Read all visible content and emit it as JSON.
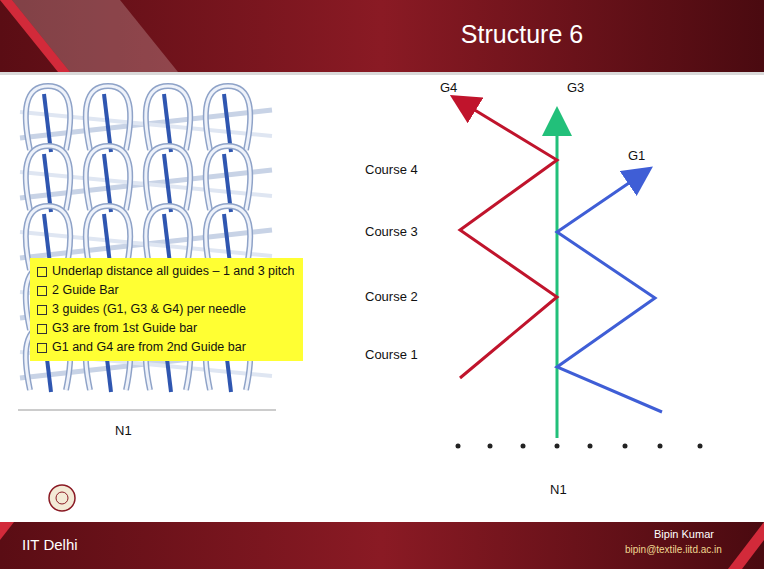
{
  "diagram": {
    "title": "Structure 6",
    "nodes": [
      {
        "text": [
          "Underlap distance all guides – 1 and 3  pitch",
          "2 Guide Bar",
          "3 guides (G1, G3 & G4) per needle",
          "G3 are from 1st Guide bar",
          "G1 and G4 are from 2nd Guide bar"
        ]
      }
    ],
    "labels": [
      "N1",
      "G4",
      "G3",
      "G1",
      "Course 4",
      "Course 3",
      "Course 2",
      "Course 1",
      "N1",
      "IIT Delhi",
      "Bipin Kumar",
      "bipin@textile.iitd.ac.in"
    ]
  }
}
